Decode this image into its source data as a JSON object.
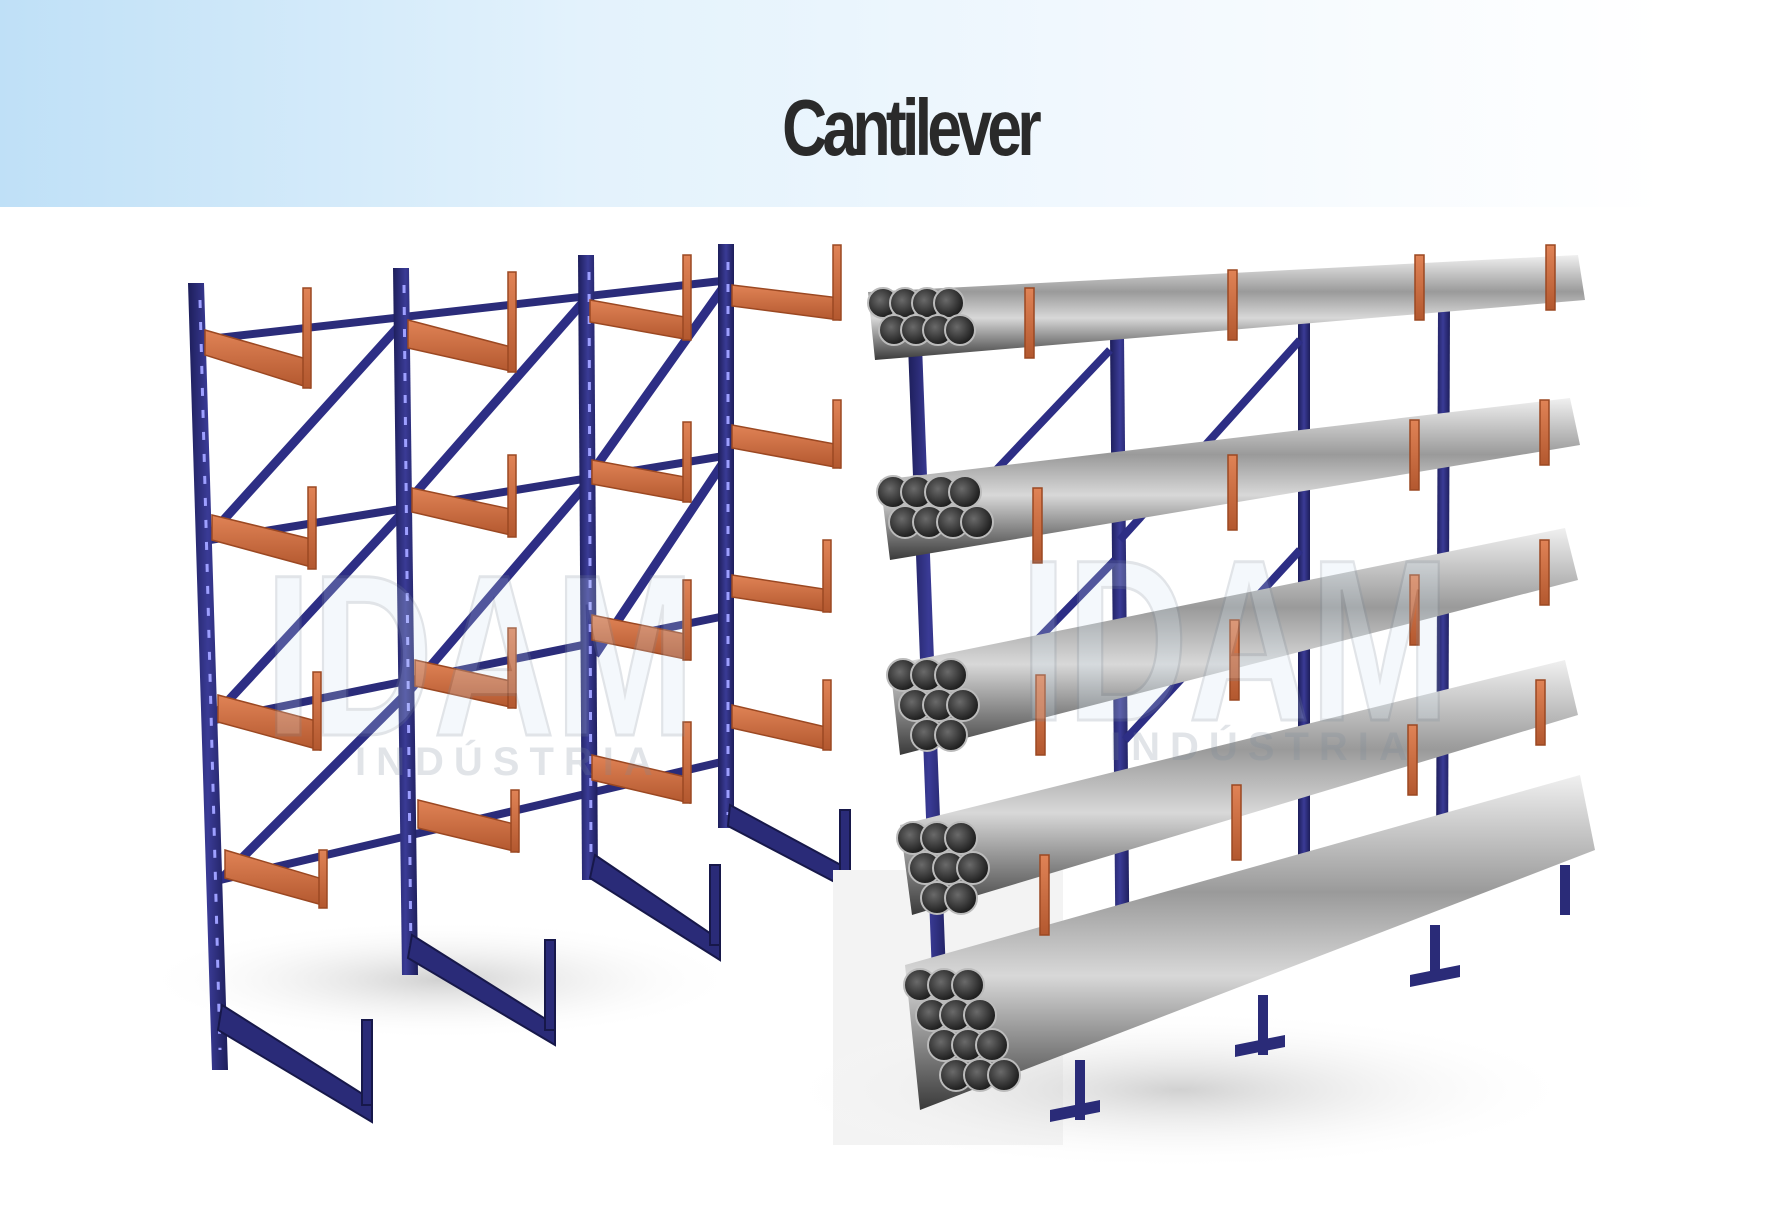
{
  "slide": {
    "title": "Cantilever"
  },
  "watermark": {
    "brand": "IDAM",
    "subtitle": "INDÚSTRIA"
  },
  "colors": {
    "upright": "#27286e",
    "upright_light": "#3b3c9a",
    "arm": "#cc6a3f",
    "arm_dark": "#a24c27",
    "pipe_light": "#e8e8e8",
    "pipe_dark": "#3a3a3a",
    "header_gradient_start": "#bfe0f7"
  },
  "images": [
    {
      "name": "empty-cantilever-rack",
      "description_visible": false
    },
    {
      "name": "loaded-cantilever-rack",
      "description_visible": false
    }
  ]
}
